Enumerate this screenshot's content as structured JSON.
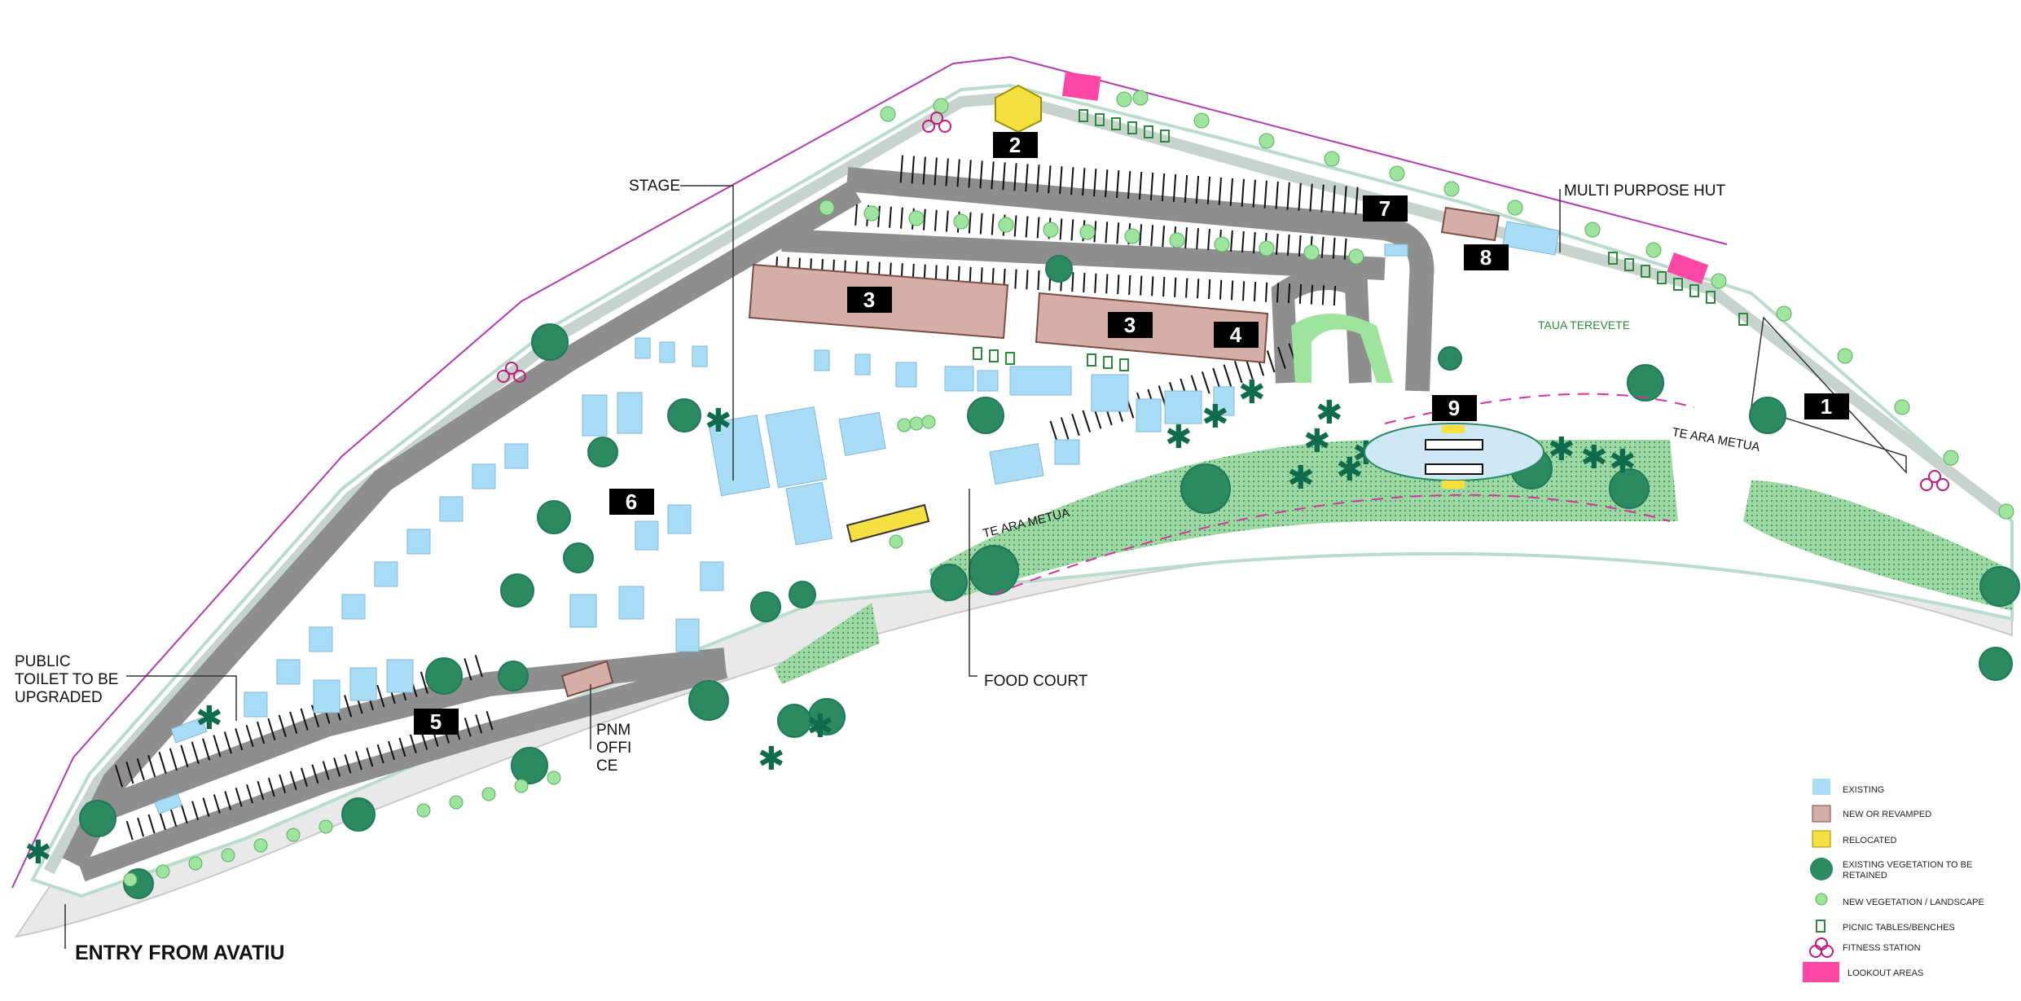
{
  "labels": {
    "stage": "STAGE",
    "multi_purpose_hut": "MULTI PURPOSE HUT",
    "public_toilet_1": "PUBLIC",
    "public_toilet_2": "TOILET TO BE",
    "public_toilet_3": "UPGRADED",
    "pnm_office_1": "PNM",
    "pnm_office_2": "OFFI",
    "pnm_office_3": "CE",
    "food_court": "FOOD COURT",
    "entry": "ENTRY FROM AVATIU",
    "taua_terevete": "TAUA TEREVETE",
    "road_name_west": "TE ARA METUA",
    "road_name_east": "TE ARA METUA"
  },
  "markers": [
    "1",
    "2",
    "3",
    "3",
    "4",
    "5",
    "6",
    "7",
    "8",
    "9"
  ],
  "legend": {
    "existing": "EXISTING",
    "new_or_revamped": "NEW OR REVAMPED",
    "relocated": "RELOCATED",
    "existing_vegetation_1": "EXISTING VEGETATION TO BE",
    "existing_vegetation_2": "RETAINED",
    "new_vegetation": "NEW VEGETATION / LANDSCAPE",
    "picnic_tables": "PICNIC TABLES/BENCHES",
    "fitness_station": "FITNESS STATION",
    "lookout_areas": "LOOKOUT AREAS"
  },
  "colors": {
    "existing": "#a9dcf6",
    "new_or_revamped": "#d6aea8",
    "relocated": "#f5e042",
    "existing_vegetation": "#1f7a5a",
    "new_vegetation": "#9ee39e",
    "lookout": "#ff48a5",
    "road": "#e9e9e9",
    "parking": "#8e8e8e",
    "boundary": "#b43ab4"
  }
}
